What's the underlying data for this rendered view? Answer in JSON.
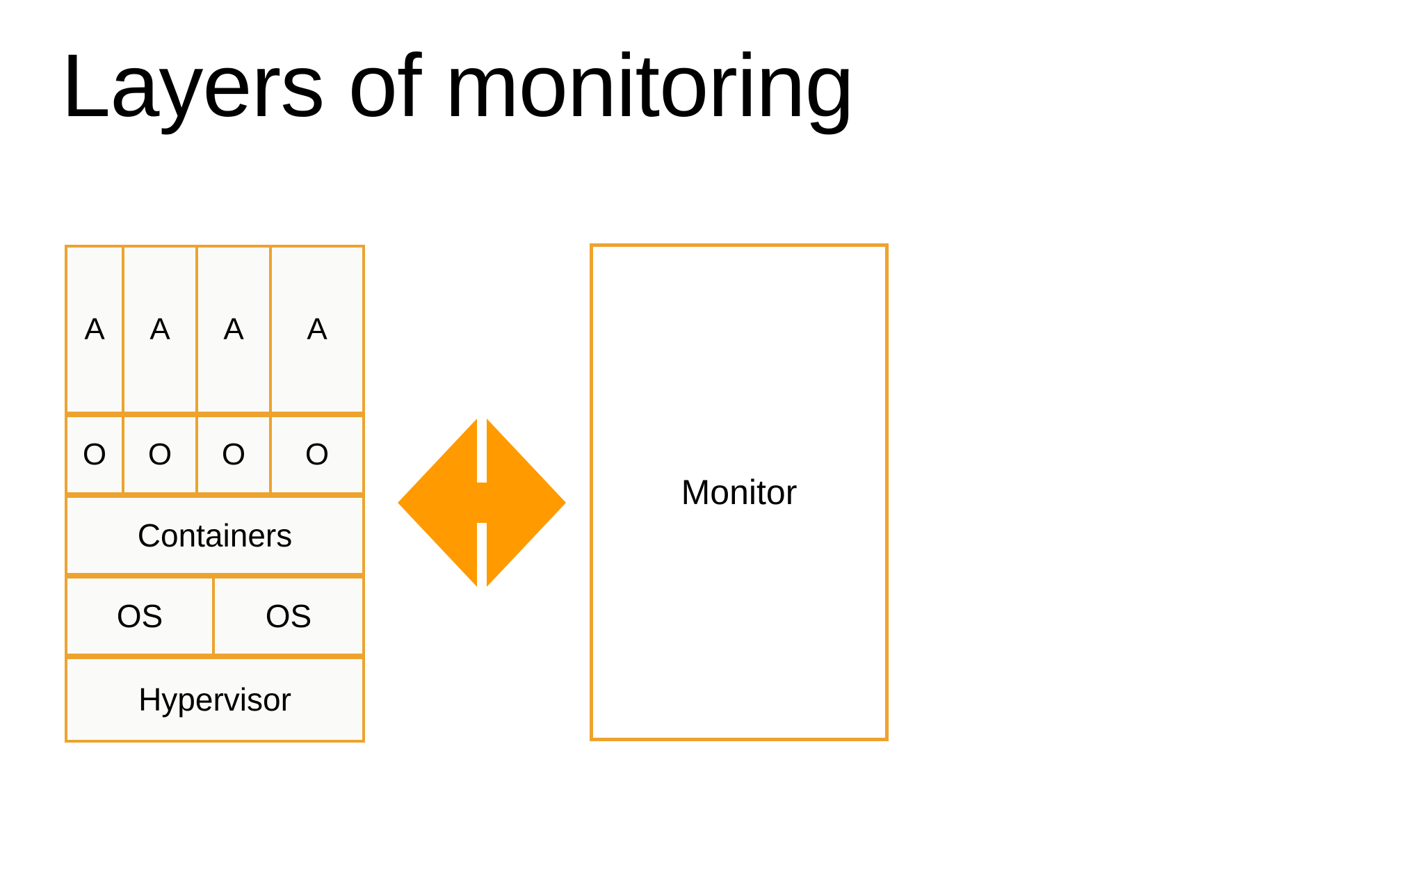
{
  "slide": {
    "title": "Layers of monitoring",
    "background_color": "#FFFFFF"
  },
  "colors": {
    "accent_orange": "#EDA32E",
    "arrow_orange": "#FF9A00",
    "cell_fill": "#FAFBF9",
    "monitor_fill": "#FFFFFF",
    "text": "#000000"
  },
  "stack": {
    "name": "Layered system stack",
    "rows": [
      {
        "name": "applications",
        "cells": [
          {
            "label": "A"
          },
          {
            "label": "A"
          },
          {
            "label": "A"
          },
          {
            "label": "A"
          }
        ]
      },
      {
        "name": "guest-os-instances",
        "cells": [
          {
            "label": "O"
          },
          {
            "label": "O"
          },
          {
            "label": "O"
          },
          {
            "label": "O"
          }
        ]
      },
      {
        "name": "containers",
        "cells": [
          {
            "label": "Containers"
          }
        ]
      },
      {
        "name": "operating-systems",
        "cells": [
          {
            "label": "OS"
          },
          {
            "label": "OS"
          }
        ]
      },
      {
        "name": "hypervisor",
        "cells": [
          {
            "label": "Hypervisor"
          }
        ]
      }
    ]
  },
  "arrow": {
    "icon": "double-arrow-horizontal-icon",
    "direction": "bidirectional",
    "fill": "#FF9A00"
  },
  "monitor": {
    "label": "Monitor"
  }
}
